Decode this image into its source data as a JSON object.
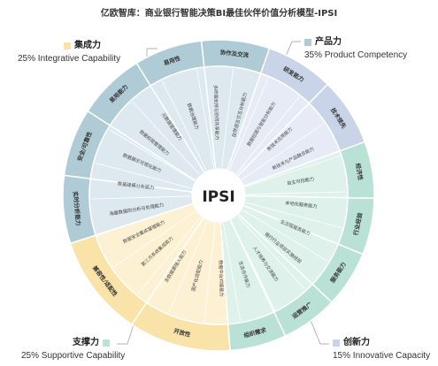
{
  "title": "亿欧智库：商业银行智能决策BI最佳伙伴价值分析模型-IPSI",
  "center_label": "IPSI",
  "capabilities": {
    "integrative": {
      "name": "集成力",
      "desc": "25% Integrative Capability",
      "color": "#f9e3a8"
    },
    "product": {
      "name": "产品力",
      "desc": "35% Product Competency",
      "color": "#aecbd6"
    },
    "innovative": {
      "name": "创新力",
      "desc": "15% Innovative Capacity",
      "color": "#c9d4e8"
    },
    "supportive": {
      "name": "支撑力",
      "desc": "25% Supportive Capability",
      "color": "#b9e1d6"
    }
  },
  "segments": [
    {
      "label": "实时分析能力",
      "group": "product",
      "weight": 6
    },
    {
      "label": "安全/可靠性",
      "group": "product",
      "weight": 6
    },
    {
      "label": "易用能力",
      "group": "product",
      "weight": 6
    },
    {
      "label": "易用性",
      "group": "product",
      "weight": 6
    },
    {
      "label": "协作及交流",
      "group": "product",
      "weight": 6
    },
    {
      "label": "研发能力",
      "group": "innovative",
      "weight": 6
    },
    {
      "label": "技术领先",
      "group": "innovative",
      "weight": 6
    },
    {
      "label": "经济性",
      "group": "supportive",
      "weight": 5
    },
    {
      "label": "行业经验",
      "group": "supportive",
      "weight": 5
    },
    {
      "label": "服务能力",
      "group": "supportive",
      "weight": 5
    },
    {
      "label": "运营推广",
      "group": "supportive",
      "weight": 5
    },
    {
      "label": "组织需求",
      "group": "supportive",
      "weight": 5
    },
    {
      "label": "开放性",
      "group": "integrative",
      "weight": 9
    },
    {
      "label": "兼容性/适配性",
      "group": "integrative",
      "weight": 9
    }
  ],
  "inner_texts": [
    "海量数据的分析与处理能力",
    "数据建模分析能力",
    "数据展示可视化能力",
    "数据权限管理能力",
    "元数据管理能力",
    "数据治理能力",
    "多终端支持与协同共享能力",
    "自然语言交互分析能力",
    "数据挖掘与智能分析能力",
    "新技术应用能力",
    "新技术与产品融合能力",
    "自主可控能力",
    "本地化服务能力",
    "全流程服务能力",
    "银行行业项目实施经验",
    "人才培养与交流能力",
    "生态合作能力",
    "数据中台对接能力",
    "国产化适配能力",
    "多数据源接入能力",
    "第三方系统集成能力",
    "数据安全集成管理能力"
  ]
}
